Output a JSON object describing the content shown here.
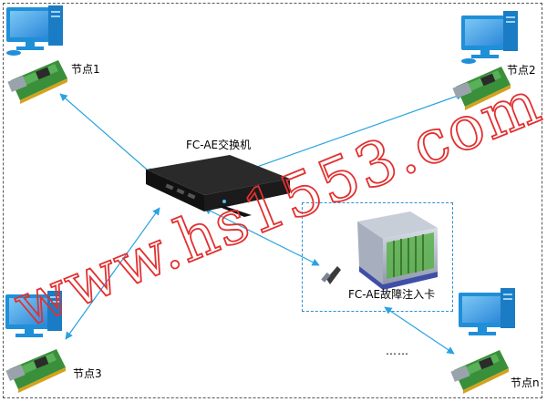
{
  "switch": {
    "label": "FC-AE交换机"
  },
  "fault_card": {
    "label": "FC-AE故障注入卡"
  },
  "nodes": [
    {
      "id": "node1",
      "label": "节点1"
    },
    {
      "id": "node2",
      "label": "节点2"
    },
    {
      "id": "node3",
      "label": "节点3"
    },
    {
      "id": "noden",
      "label": "节点n"
    }
  ],
  "ellipsis": "……",
  "watermark": "www.hs1553.com",
  "colors": {
    "link": "#29a3e0",
    "monitor": "#1f8fd8",
    "board": "#3a8f3a",
    "switch_body": "#1a1a1a",
    "fault_box_border": "#2e8fd0",
    "watermark": "#e23030"
  }
}
